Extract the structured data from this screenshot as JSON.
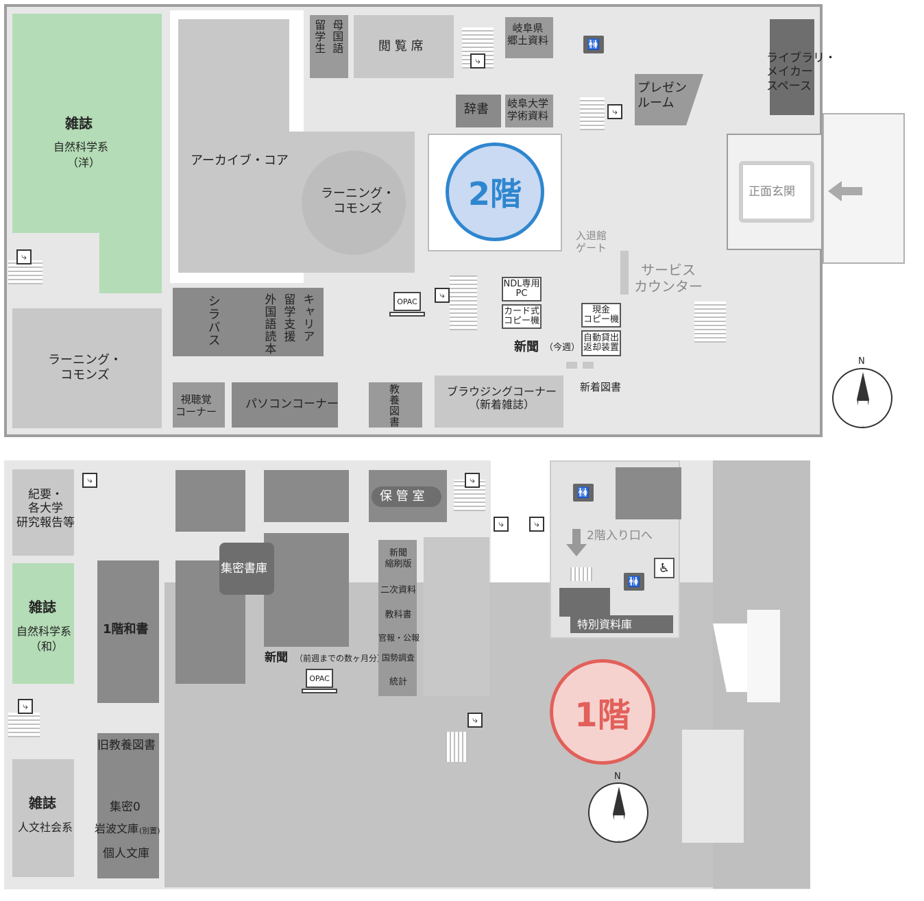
{
  "floor2": {
    "badge": "2階",
    "rooms": {
      "magazine_title": "雑誌",
      "magazine_sub": "自然科学系",
      "magazine_sub2": "（洋）",
      "archive_core": "アーカイブ・コア",
      "learning_commons_center": "ラーニング・\nコモンズ",
      "learning_commons_left": "ラーニング・\nコモンズ",
      "ryugakusei": "留学生",
      "bokokugo": "母国語",
      "etsuranseki": "閲 覧 席",
      "gifu_kenkyo": "岐阜県\n郷土資料",
      "jisho": "辞書",
      "gifu_univ": "岐阜大学\n学術資料",
      "presen_room": "プレゼン\nルーム",
      "library_maker": "ライブラリ・\nメイカー\nスペース",
      "entrance": "正面玄関",
      "gate": "入退館\nゲート",
      "service_counter": "サービス\nカウンター",
      "syllabus": "シラバス",
      "gaikokugo": "外国語読本",
      "ryugaku_shien": "留学支援",
      "career": "キャリア",
      "ndl_pc": "NDL専用\nPC",
      "card_copy": "カード式\nコピー機",
      "cash_copy": "現金\nコピー機",
      "auto_lend": "自動貸出\n返却装置",
      "shinbun_label": "新聞",
      "shinbun_sub": "（今週）",
      "shinchaku_tosho": "新着図書",
      "shichokaku": "視聴覚\nコーナー",
      "pc_corner": "パソコンコーナー",
      "kyoyo_tosho": "教養図書",
      "browsing": "ブラウジングコーナー\n（新着雑誌）",
      "opac": "OPAC",
      "compass_n": "N"
    }
  },
  "floor1": {
    "badge": "1階",
    "rooms": {
      "kiyo": "紀要・\n各大学\n研究報告等",
      "magazine_title": "雑誌",
      "magazine_sub": "自然科学系",
      "magazine_sub2": "（和）",
      "magazine2_title": "雑誌",
      "magazine2_sub": "人文社会系",
      "washo": "1階和書",
      "shumitsu": "集密書庫",
      "hokanshitsu": "保 管 室",
      "shinbun_label": "新聞",
      "shinbun_sub": "（前週までの数ヶ月分）",
      "opac": "OPAC",
      "shelf_list": [
        "新聞\n縮刷版",
        "二次資料",
        "教科書",
        "官報・公報",
        "国勢調査",
        "統計"
      ],
      "kyu_kyoyo": "旧教養図書",
      "shumitsu0": "集密0",
      "iwanami": "岩波文庫",
      "iwanami_sub": "(別置)",
      "kojin": "個人文庫",
      "to_2f": "2階入り口へ",
      "tokubetsu": "特別資料庫",
      "compass_n": "N"
    }
  },
  "colors": {
    "badge2_fill": "#c9daf2",
    "badge2_ring": "#2f86cf",
    "badge2_text": "#2f86cf",
    "badge1_fill": "#f6d2cf",
    "badge1_ring": "#e2605a",
    "badge1_text": "#e2605a",
    "green_area": "#b4dcb6"
  },
  "icons": [
    "emergency-exit-icon",
    "toilet-icon",
    "wheelchair-icon",
    "computer-icon",
    "compass-icon",
    "arrow-icon",
    "stairs-icon"
  ]
}
